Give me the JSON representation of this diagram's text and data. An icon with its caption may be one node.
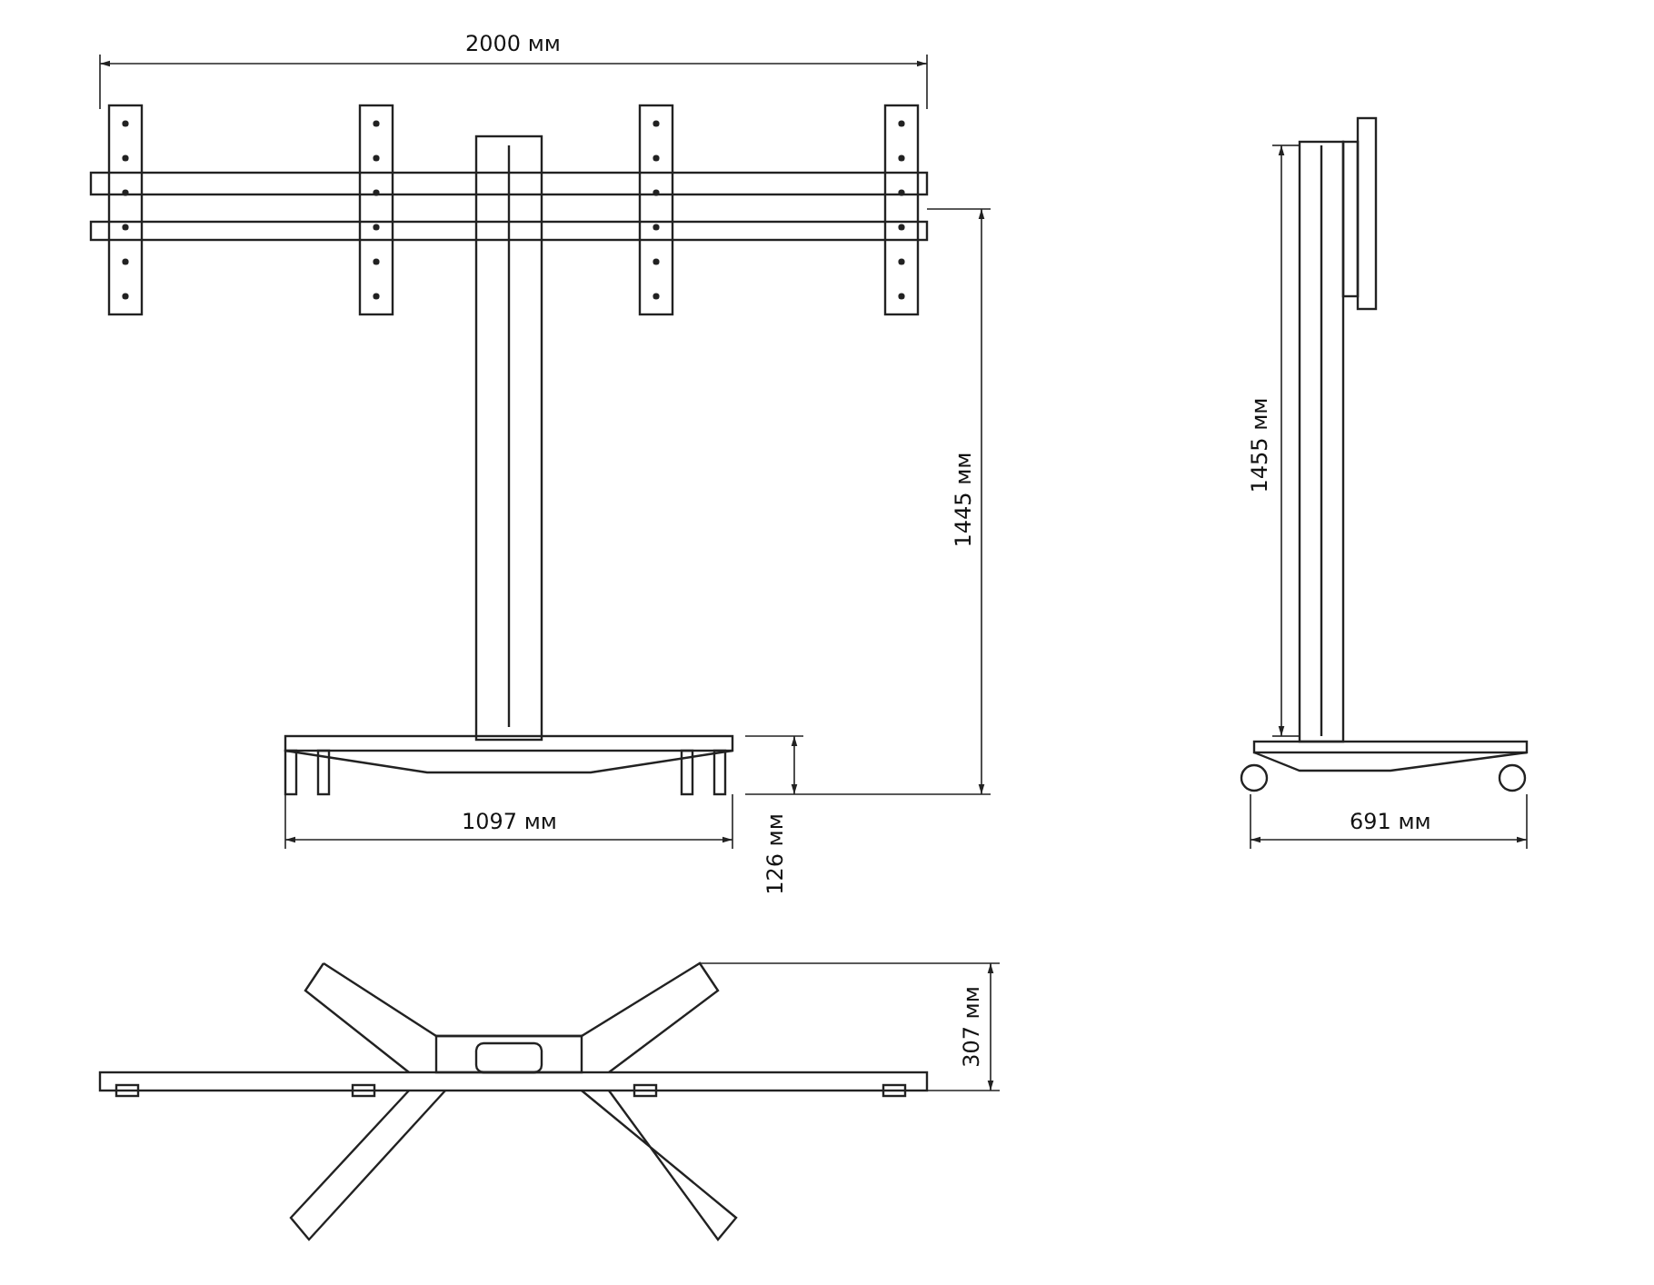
{
  "diagram": {
    "labels": [
      "2000 мм",
      "1445 мм",
      "1097 мм",
      "126 мм",
      "1455 мм",
      "691 мм",
      "307 мм"
    ]
  }
}
